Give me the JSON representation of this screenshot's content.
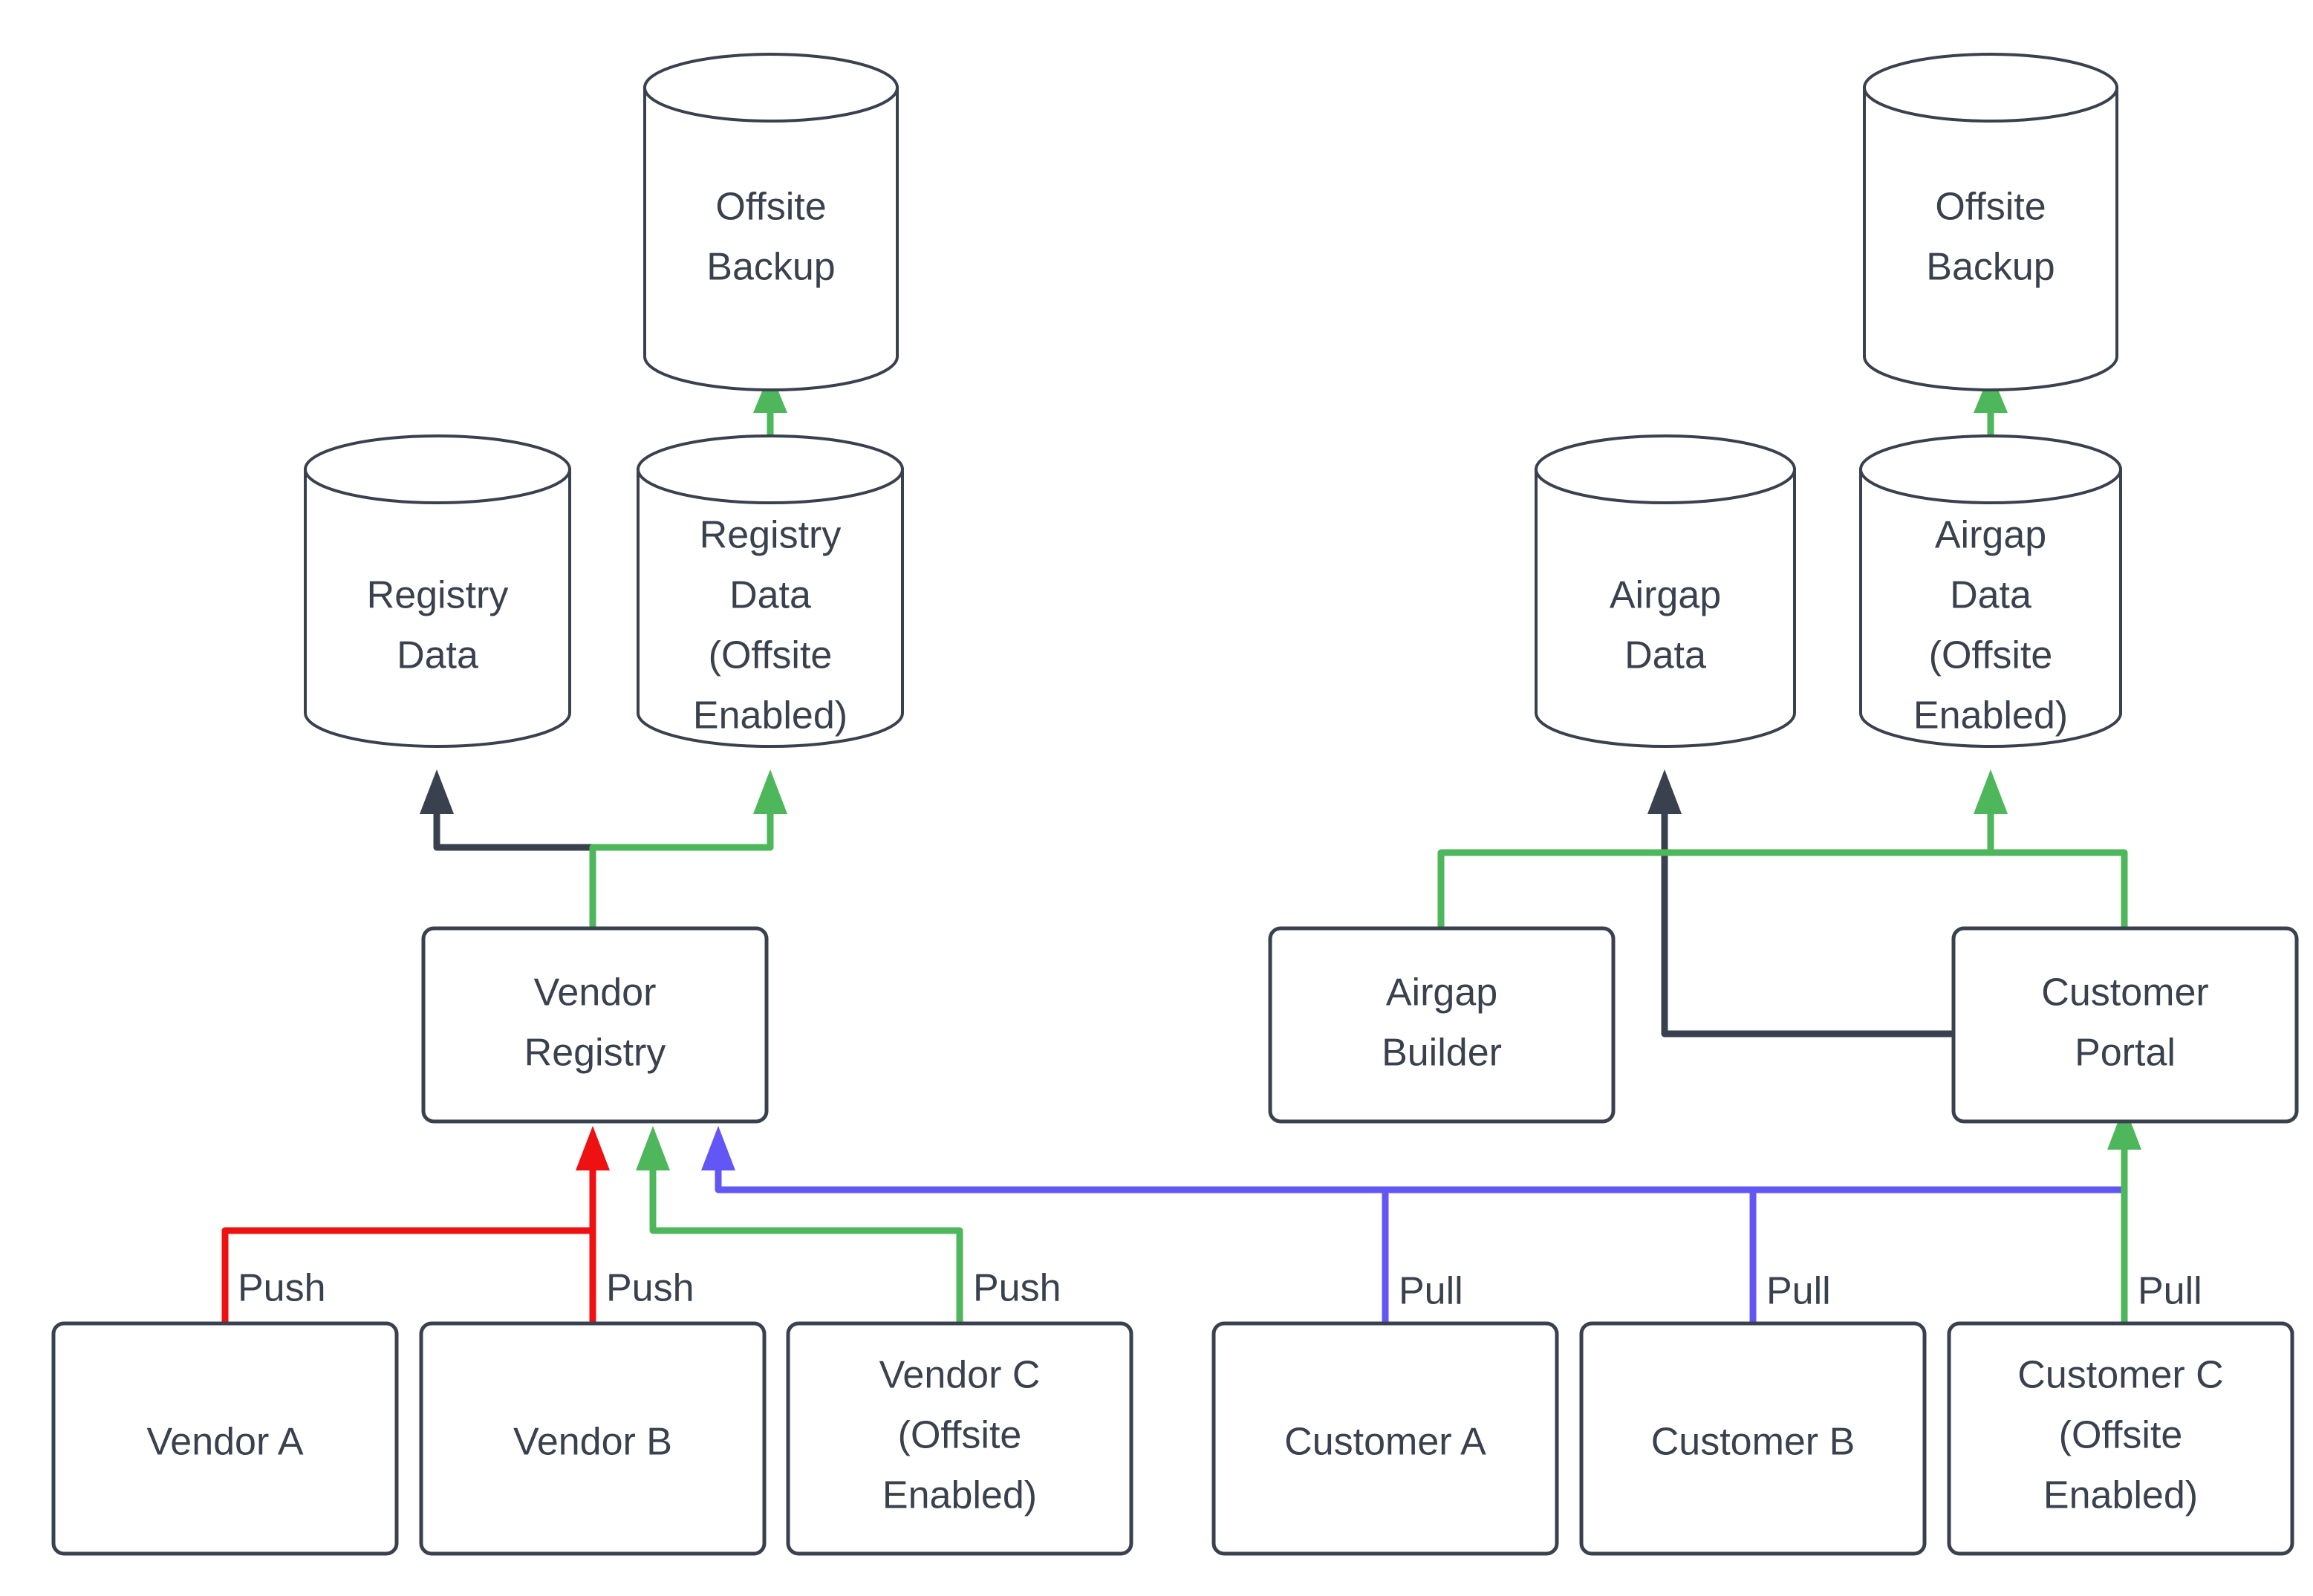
{
  "diagram": {
    "type": "flowchart",
    "background_color": "#ffffff",
    "stroke_color": "#3a414e",
    "text_color": "#3a414e",
    "edge_colors": {
      "default": "#3a414e",
      "offsite": "#4eb75b",
      "push": "#ee1111",
      "pull": "#6257f5"
    },
    "nodes": {
      "offsite_backup_left": {
        "label_line1": "Offsite",
        "label_line2": "Backup",
        "shape": "cylinder"
      },
      "offsite_backup_right": {
        "label_line1": "Offsite",
        "label_line2": "Backup",
        "shape": "cylinder"
      },
      "registry_data": {
        "label_line1": "Registry",
        "label_line2": "Data",
        "shape": "cylinder"
      },
      "registry_data_offsite": {
        "label_line1": "Registry",
        "label_line2": "Data",
        "label_line3": "(Offsite",
        "label_line4": "Enabled)",
        "shape": "cylinder"
      },
      "airgap_data": {
        "label_line1": "Airgap",
        "label_line2": "Data",
        "shape": "cylinder"
      },
      "airgap_data_offsite": {
        "label_line1": "Airgap",
        "label_line2": "Data",
        "label_line3": "(Offsite",
        "label_line4": "Enabled)",
        "shape": "cylinder"
      },
      "vendor_registry": {
        "label_line1": "Vendor",
        "label_line2": "Registry",
        "shape": "box"
      },
      "airgap_builder": {
        "label_line1": "Airgap",
        "label_line2": "Builder",
        "shape": "box"
      },
      "customer_portal": {
        "label_line1": "Customer",
        "label_line2": "Portal",
        "shape": "box"
      },
      "vendor_a": {
        "label_line1": "Vendor A",
        "shape": "box"
      },
      "vendor_b": {
        "label_line1": "Vendor B",
        "shape": "box"
      },
      "vendor_c": {
        "label_line1": "Vendor C",
        "label_line2": "(Offsite",
        "label_line3": "Enabled)",
        "shape": "box"
      },
      "customer_a": {
        "label_line1": "Customer A",
        "shape": "box"
      },
      "customer_b": {
        "label_line1": "Customer B",
        "shape": "box"
      },
      "customer_c": {
        "label_line1": "Customer C",
        "label_line2": "(Offsite",
        "label_line3": "Enabled)",
        "shape": "box"
      }
    },
    "edge_labels": {
      "push_vendor_a": "Push",
      "push_vendor_b": "Push",
      "push_vendor_c": "Push",
      "pull_customer_a": "Pull",
      "pull_customer_b": "Pull",
      "pull_customer_c": "Pull"
    },
    "edges": [
      {
        "from": "registry_data_offsite",
        "to": "offsite_backup_left",
        "color": "offsite",
        "label": ""
      },
      {
        "from": "airgap_data_offsite",
        "to": "offsite_backup_right",
        "color": "offsite",
        "label": ""
      },
      {
        "from": "vendor_registry",
        "to": "registry_data",
        "color": "default",
        "label": ""
      },
      {
        "from": "vendor_registry",
        "to": "registry_data_offsite",
        "color": "offsite",
        "label": ""
      },
      {
        "from": "customer_portal",
        "to": "airgap_data",
        "color": "default",
        "label": ""
      },
      {
        "from": "airgap_builder",
        "to": "airgap_data_offsite",
        "color": "offsite",
        "label": ""
      },
      {
        "from": "customer_portal",
        "to": "airgap_data_offsite",
        "color": "offsite",
        "label": ""
      },
      {
        "from": "vendor_a",
        "to": "vendor_registry",
        "color": "push",
        "label": "Push"
      },
      {
        "from": "vendor_b",
        "to": "vendor_registry",
        "color": "push",
        "label": "Push"
      },
      {
        "from": "vendor_c",
        "to": "vendor_registry",
        "color": "offsite",
        "label": "Push"
      },
      {
        "from": "customer_a",
        "to": "vendor_registry",
        "color": "pull",
        "label": "Pull"
      },
      {
        "from": "customer_b",
        "to": "vendor_registry",
        "color": "pull",
        "label": "Pull"
      },
      {
        "from": "customer_c",
        "to": "customer_portal",
        "color": "offsite",
        "label": "Pull"
      }
    ]
  }
}
